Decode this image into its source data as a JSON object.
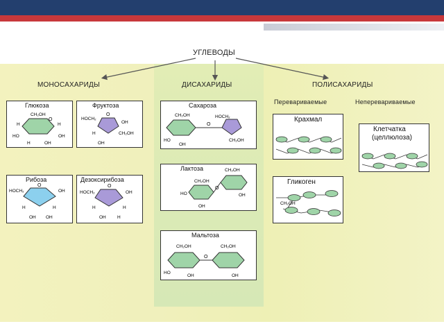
{
  "title": "УГЛЕВОДЫ",
  "categories": {
    "mono": "МОНОСАХАРИДЫ",
    "di": "ДИСАХАРИДЫ",
    "poly": "ПОЛИСАХАРИДЫ"
  },
  "poly_sub": {
    "digestible": "Перевариваемые",
    "indigestible": "Неперевариваемые"
  },
  "mono": {
    "glucose": "Глюкоза",
    "fructose": "Фруктоза",
    "ribose": "Рибоза",
    "deoxyribose": "Дезоксирибоза"
  },
  "di": {
    "sucrose": "Сахароза",
    "lactose": "Лактоза",
    "maltose": "Мальтоза"
  },
  "poly": {
    "starch": "Крахмал",
    "glycogen": "Гликоген",
    "cellulose_line1": "Клетчатка",
    "cellulose_line2": "(целлюлоза)"
  },
  "atoms": {
    "ch2oh": "CH₂OH",
    "hoch2": "HOCH₂",
    "o": "O",
    "h": "H",
    "oh": "OH",
    "ho": "HO"
  },
  "colors": {
    "ring_green": "#9fd4a8",
    "ring_purple": "#a99ad8",
    "ring_blue": "#8cd0ee",
    "header_navy": "#233f6e",
    "header_red": "#c8383b"
  }
}
